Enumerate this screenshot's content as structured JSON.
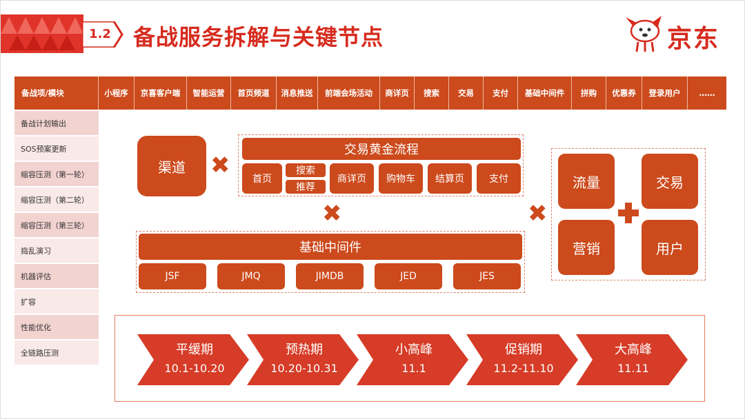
{
  "header": {
    "section_number": "1.2",
    "title": "备战服务拆解与关键节点",
    "logo_text": "京东",
    "accent_color": "#d62b1e"
  },
  "modules": [
    "备战项/模块",
    "小程序",
    "京喜客户端",
    "智能运营",
    "首页频道",
    "消息推送",
    "前端会场活动",
    "商详页",
    "搜索",
    "交易",
    "支付",
    "基础中间件",
    "拼购",
    "优惠券",
    "登录用户",
    "……"
  ],
  "prep_items": [
    "备战计划输出",
    "SOS预案更新",
    "缩容压测（第一轮）",
    "缩容压测（第二轮）",
    "缩容压测（第三轮）",
    "捣乱演习",
    "机器评估",
    "扩容",
    "性能优化",
    "全链路压测"
  ],
  "diagram": {
    "channel": "渠道",
    "golden_flow": {
      "title": "交易黄金流程",
      "steps": [
        "首页",
        "搜索",
        "推荐",
        "商详页",
        "购物车",
        "结算页",
        "支付"
      ]
    },
    "middleware": {
      "title": "基础中间件",
      "items": [
        "JSF",
        "JMQ",
        "JIMDB",
        "JED",
        "JES"
      ]
    },
    "factors": [
      "流量",
      "交易",
      "营销",
      "用户"
    ],
    "multiply_symbol": "✖",
    "plus_symbol": "+",
    "box_color": "#cc4a1c"
  },
  "timeline": [
    {
      "phase": "平缓期",
      "dates": "10.1-10.20"
    },
    {
      "phase": "预热期",
      "dates": "10.20-10.31"
    },
    {
      "phase": "小高峰",
      "dates": "11.1"
    },
    {
      "phase": "促销期",
      "dates": "11.2-11.10"
    },
    {
      "phase": "大高峰",
      "dates": "11.11"
    }
  ]
}
